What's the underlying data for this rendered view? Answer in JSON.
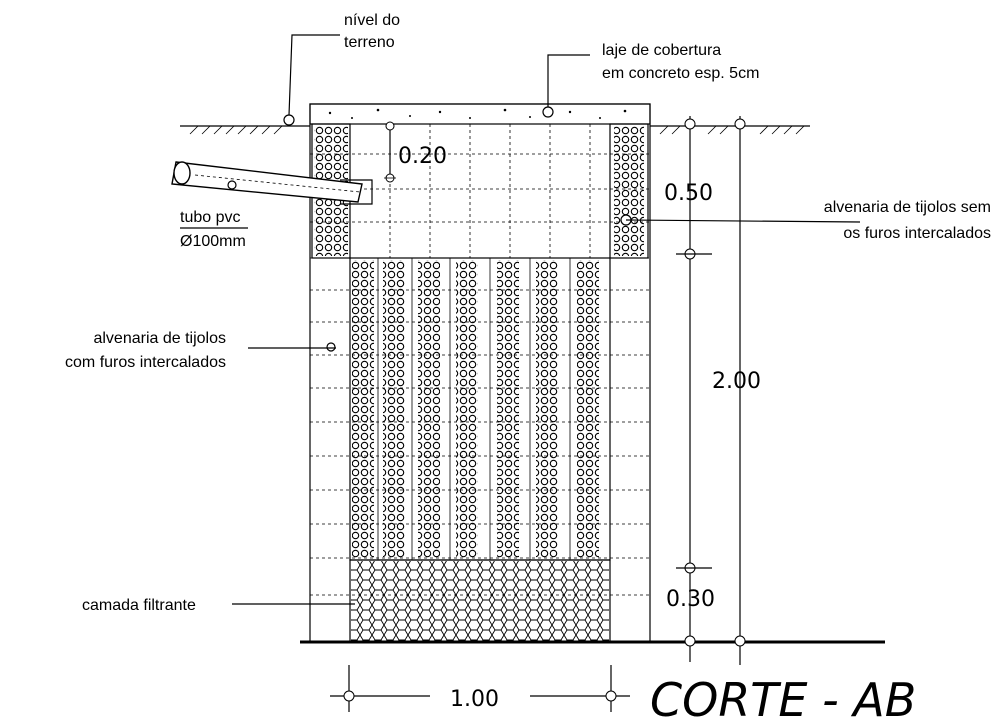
{
  "labels": {
    "ground_level": [
      "nível do",
      "terreno"
    ],
    "cover_slab": [
      "laje de cobertura",
      "em concreto esp. 5cm"
    ],
    "pipe": [
      "tubo pvc",
      "Ø100mm"
    ],
    "masonry_solid": [
      "alvenaria de tijolos sem",
      "os furos intercalados"
    ],
    "masonry_holes": [
      "alvenaria de tijolos",
      "com furos intercalados"
    ],
    "filter_layer": "camada filtrante"
  },
  "dimensions": {
    "d020": "0.20",
    "d050": "0.50",
    "d200": "2.00",
    "d030": "0.30",
    "d100": "1.00"
  },
  "title": "CORTE - AB"
}
